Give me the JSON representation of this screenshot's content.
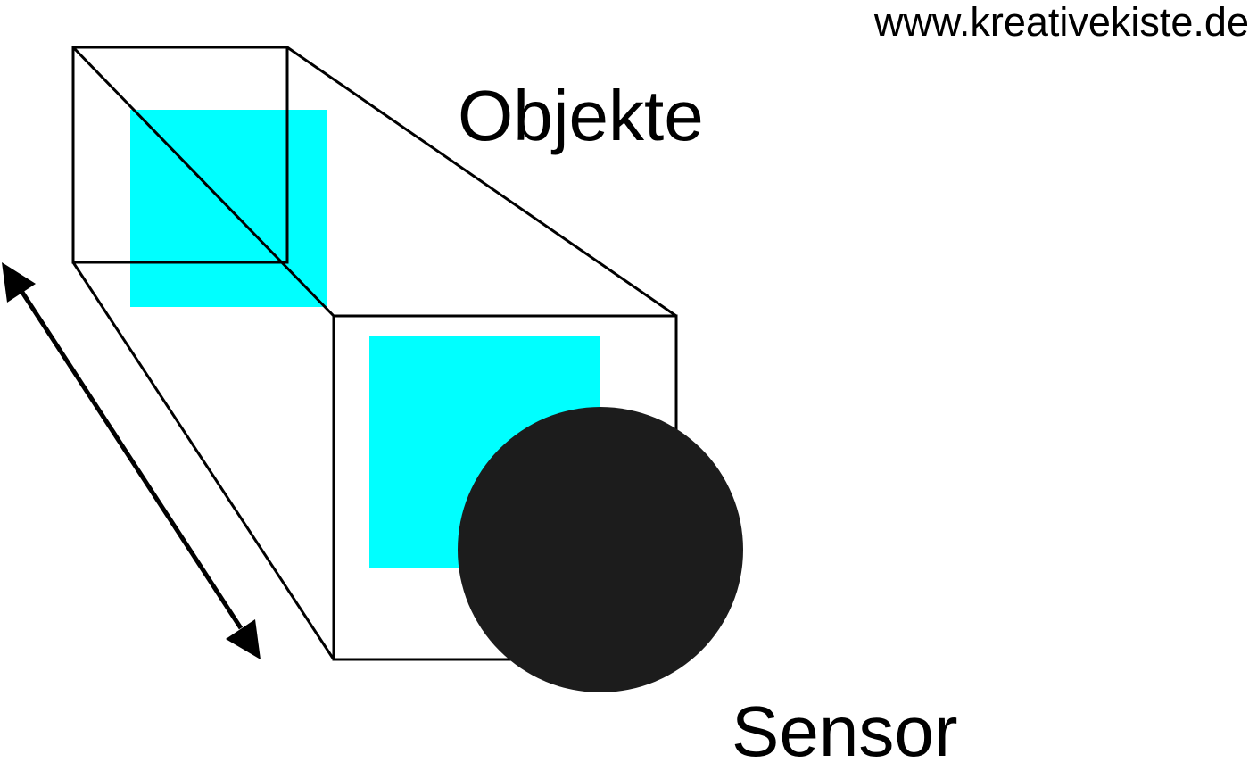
{
  "watermark": "www.kreativekiste.de",
  "labels": {
    "objects": "Objekte",
    "sensor": "Sensor"
  },
  "colors": {
    "object_fill": "#00ffff",
    "sensor_fill": "#1c1c1c",
    "outline": "#000000",
    "background": "#ffffff"
  },
  "icons": {
    "distance_arrow": "double-headed-arrow-icon"
  }
}
